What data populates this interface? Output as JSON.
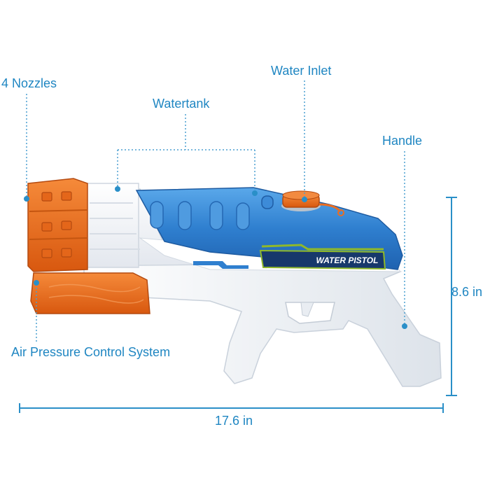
{
  "labels": {
    "nozzles": "4 Nozzles",
    "watertank": "Watertank",
    "water_inlet": "Water Inlet",
    "handle": "Handle",
    "air_pressure": "Air Pressure Control System",
    "height": "8.6 in",
    "width": "17.6 in"
  },
  "decal_text": "WATER PISTOL",
  "colors": {
    "label": "#1f86c2",
    "leader": "#4a9fd0",
    "dimension": "#2a8fc8",
    "body_blue": "#2f7fcf",
    "body_white": "#f5f6f8",
    "accent_orange": "#ec6d1f",
    "decal_green": "#8fb82a"
  }
}
